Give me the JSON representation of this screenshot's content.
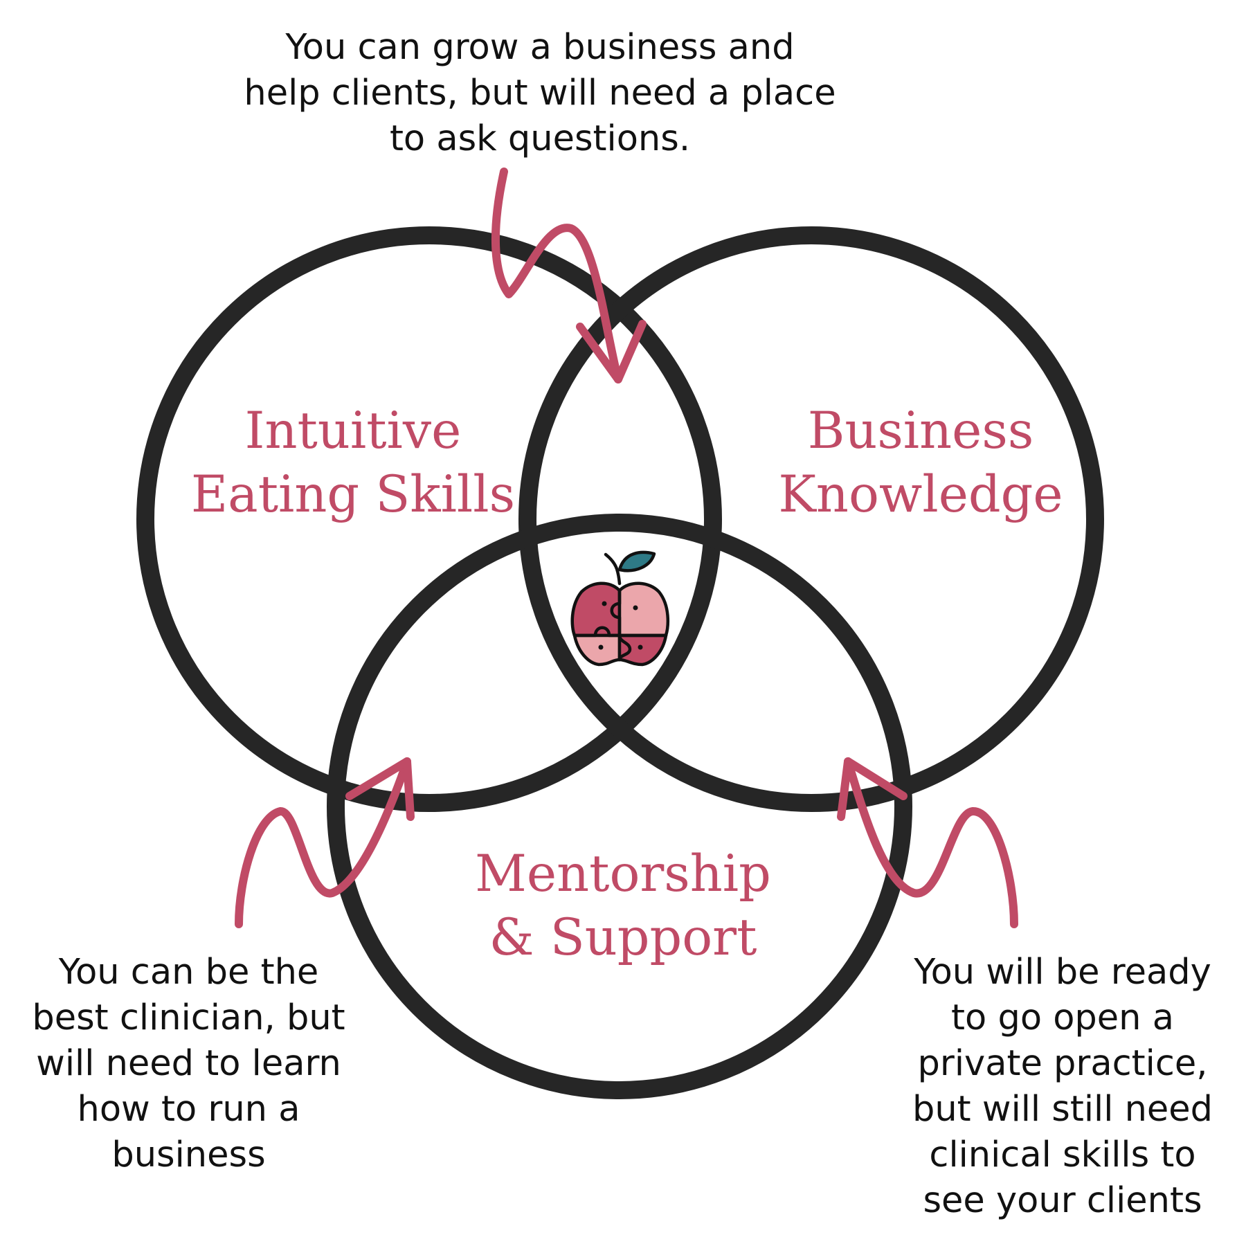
{
  "colors": {
    "circle_stroke": "#262626",
    "accent": "#c04b66",
    "text": "#111111",
    "apple_light": "#eba6ab",
    "apple_dark": "#c04b66",
    "leaf": "#2e7a86"
  },
  "circles": [
    {
      "label_lines": [
        "Intuitive",
        "Eating Skills"
      ]
    },
    {
      "label_lines": [
        "Business",
        "Knowledge"
      ]
    },
    {
      "label_lines": [
        "Mentorship",
        "& Support"
      ]
    }
  ],
  "annotations": {
    "top": [
      "You can grow a business and",
      "help clients, but will need a place",
      "to ask questions."
    ],
    "left": [
      "You can be the",
      "best clinician, but",
      "will need to learn",
      "how to run a",
      "business"
    ],
    "right": [
      "You will be ready",
      "to go open a",
      "private practice,",
      "but will still need",
      "clinical skills to",
      "see your clients"
    ]
  },
  "center_icon": "apple-puzzle-icon"
}
